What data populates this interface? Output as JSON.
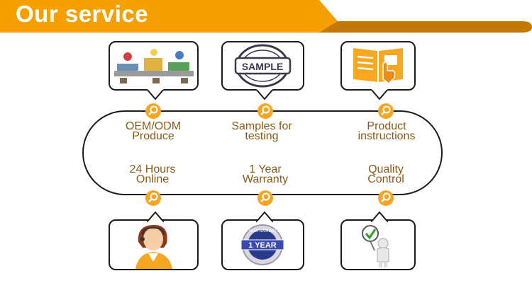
{
  "header": {
    "title": "Our service"
  },
  "colors": {
    "accent": "#f5a000",
    "accent_dark": "#c57800",
    "text": "#8a5a16",
    "line": "#1a1a1a",
    "pin": "#f6a623"
  },
  "services": [
    {
      "line1": "OEM/ODM",
      "line2": "Produce",
      "icon": "factory-assembly-icon"
    },
    {
      "line1": "Samples for",
      "line2": "testing",
      "icon": "sample-stamp-icon"
    },
    {
      "line1": "Product",
      "line2": "instructions",
      "icon": "instruction-book-icon"
    },
    {
      "line1": "24 Hours",
      "line2": "Online",
      "icon": "customer-service-operator-icon"
    },
    {
      "line1": "1 Year",
      "line2": "Warranty",
      "icon": "warranty-badge-icon"
    },
    {
      "line1": "Quality",
      "line2": "Control",
      "icon": "quality-check-figure-icon"
    }
  ],
  "sample_stamp": {
    "word": "SAMPLE"
  },
  "warranty_badge": {
    "top_text": "1 YEAR WARRANTY",
    "center_text": "1 YEAR"
  }
}
